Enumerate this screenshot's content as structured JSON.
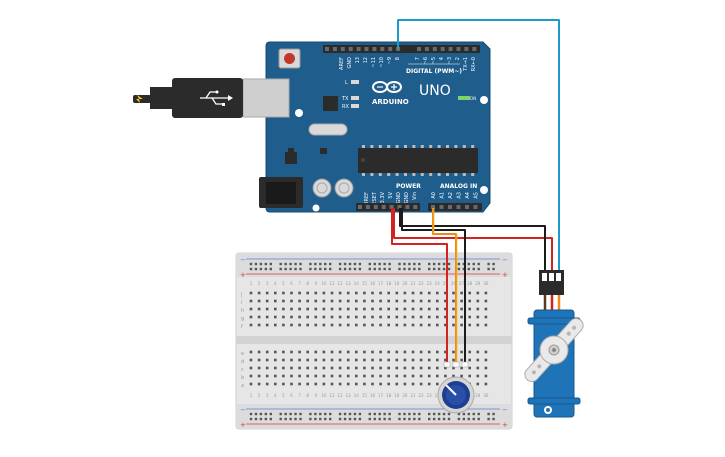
{
  "colors": {
    "board": "#1f5d8c",
    "board_border": "#184a70",
    "header": "#2b2b2b",
    "breadboard": "#e4e4e4",
    "wire_blue": "#1c9ac9",
    "wire_red": "#d32222",
    "wire_black": "#1c1c1c",
    "wire_orange": "#f08a1c",
    "wire_yellow": "#f0c419",
    "servo": "#1f73b7"
  },
  "arduino": {
    "brand": "ARDUINO",
    "model": "UNO",
    "digital_label": "DIGITAL (PWM~)",
    "power_label": "POWER",
    "analog_label": "ANALOG IN",
    "on_label": "ON",
    "led_l": "L",
    "led_tx": "TX",
    "led_rx": "RX",
    "top_pins": [
      "AREF",
      "GND",
      "13",
      "12",
      "~11",
      "~10",
      "~9",
      "8",
      "7",
      "~6",
      "~5",
      "4",
      "~3",
      "2",
      "TX→1",
      "RX←0"
    ],
    "power_pins": [
      "IOREF",
      "RESET",
      "3.3V",
      "5V",
      "GND",
      "GND",
      "Vin"
    ],
    "analog_pins": [
      "A0",
      "A1",
      "A2",
      "A3",
      "A4",
      "A5"
    ]
  },
  "breadboard": {
    "row_letters_top": [
      "j",
      "i",
      "h",
      "g",
      "f"
    ],
    "row_letters_bottom": [
      "e",
      "d",
      "c",
      "b",
      "a"
    ],
    "column_count": 30,
    "rail_minus": "−",
    "rail_plus": "+"
  },
  "icons": {
    "usb": "usb-cable-icon",
    "arduino_logo": "infinity-logo-icon"
  }
}
